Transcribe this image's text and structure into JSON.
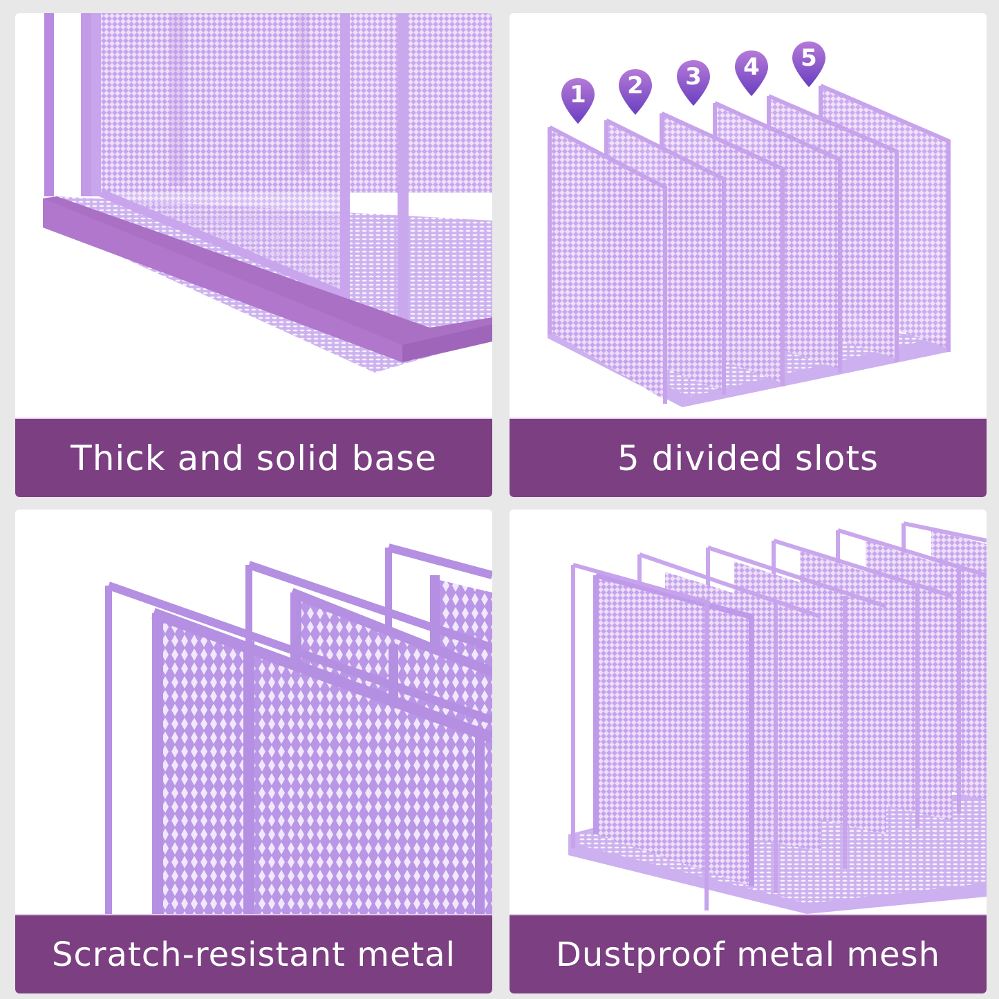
{
  "colors": {
    "page_background": "#e8e8e8",
    "card_background": "#ffffff",
    "label_bar": "#7b3f82",
    "label_text": "#ffffff",
    "product_frame": "#b98ae0",
    "product_mesh": "#c9a6ee",
    "pin_gradient_top": "#b57ad8",
    "pin_gradient_bottom": "#6a3fc0"
  },
  "panels": [
    {
      "label": "Thick and solid base",
      "image": "Close-up of purple mesh file organizer base corner"
    },
    {
      "label": "5 divided slots",
      "image": "Purple mesh file organizer with numbered slot markers",
      "markers": [
        "1",
        "2",
        "3",
        "4",
        "5"
      ]
    },
    {
      "label": "Scratch-resistant metal",
      "image": "Close-up of purple metal dividers with mesh panels"
    },
    {
      "label": "Dustproof metal mesh",
      "image": "Purple mesh file organizer with multiple vertical dividers"
    }
  ]
}
